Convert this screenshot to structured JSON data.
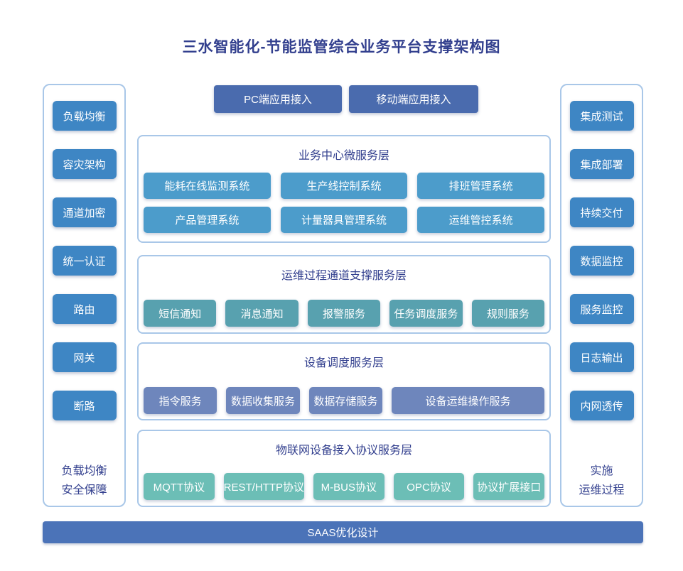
{
  "title": "三水智能化-节能监管综合业务平台支撑架构图",
  "colors": {
    "title_text": "#323F8E",
    "panel_border": "#A9C7E8",
    "side_button": "#3E86C4",
    "access_button": "#4A6BAE",
    "layer1_item": "#4C9CCB",
    "layer2_item": "#58A1AF",
    "layer3_item": "#6E86BC",
    "layer4_item": "#6CBEB6",
    "bottom_bar": "#4B73B8"
  },
  "access_buttons": {
    "pc": "PC端应用接入",
    "mobile": "移动端应用接入"
  },
  "left_sidebar": {
    "items": [
      "负载均衡",
      "容灾架构",
      "通道加密",
      "统一认证",
      "路由",
      "网关",
      "断路"
    ],
    "label_line1": "负载均衡",
    "label_line2": "安全保障"
  },
  "right_sidebar": {
    "items": [
      "集成测试",
      "集成部署",
      "持续交付",
      "数据监控",
      "服务监控",
      "日志输出",
      "内网透传"
    ],
    "label_line1": "实施",
    "label_line2": "运维过程"
  },
  "layers": [
    {
      "title": "业务中心微服务层",
      "rows": [
        [
          "能耗在线监测系统",
          "生产线控制系统",
          "排班管理系统"
        ],
        [
          "产品管理系统",
          "计量器具管理系统",
          "运维管控系统"
        ]
      ]
    },
    {
      "title": "运维过程通道支撑服务层",
      "rows": [
        [
          "短信通知",
          "消息通知",
          "报警服务",
          "任务调度服务",
          "规则服务"
        ]
      ]
    },
    {
      "title": "设备调度服务层",
      "rows": [
        [
          "指令服务",
          "数据收集服务",
          "数据存储服务",
          "设备运维操作服务"
        ]
      ]
    },
    {
      "title": "物联网设备接入协议服务层",
      "rows": [
        [
          "MQTT协议",
          "REST/HTTP协议",
          "M-BUS协议",
          "OPC协议",
          "协议扩展接口"
        ]
      ]
    }
  ],
  "bottom_bar": {
    "label": "SAAS优化设计"
  }
}
